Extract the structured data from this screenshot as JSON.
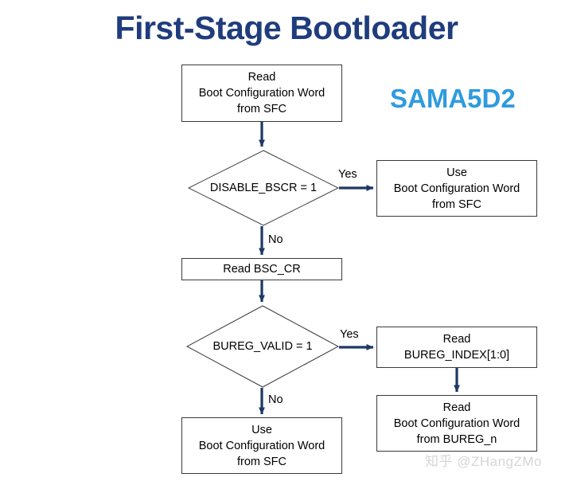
{
  "page": {
    "title": "First-Stage Bootloader",
    "chip_name": "SAMA5D2",
    "watermark": "知乎 @ZHangZMo",
    "background_color": "#ffffff",
    "title_color": "#1F3C7D",
    "chip_name_color": "#2F9BDE",
    "arrow_color": "#1F3864",
    "box_border_color": "#3a3a3a"
  },
  "chart_data": {
    "type": "diagram",
    "title": "First-Stage Bootloader",
    "subtitle": "SAMA5D2",
    "diagram_kind": "flowchart",
    "nodes": [
      {
        "id": "read-bcw-sfc",
        "shape": "process",
        "text": "Read\nBoot Configuration Word\nfrom SFC"
      },
      {
        "id": "disable-bscr-decision",
        "shape": "decision",
        "text": "DISABLE_BSCR = 1"
      },
      {
        "id": "use-bcw-sfc-top",
        "shape": "process",
        "text": "Use\nBoot Configuration Word\nfrom SFC"
      },
      {
        "id": "read-bsc-cr",
        "shape": "process",
        "text": "Read BSC_CR"
      },
      {
        "id": "bureg-valid-decision",
        "shape": "decision",
        "text": "BUREG_VALID = 1"
      },
      {
        "id": "read-bureg-index",
        "shape": "process",
        "text": "Read\nBUREG_INDEX[1:0]"
      },
      {
        "id": "read-bcw-bureg",
        "shape": "process",
        "text": "Read\nBoot Configuration Word\nfrom BUREG_n"
      },
      {
        "id": "use-bcw-sfc-bottom",
        "shape": "process",
        "text": "Use\nBoot Configuration Word\nfrom SFC"
      }
    ],
    "edges": [
      {
        "from": "read-bcw-sfc",
        "to": "disable-bscr-decision",
        "label": ""
      },
      {
        "from": "disable-bscr-decision",
        "to": "use-bcw-sfc-top",
        "label": "Yes"
      },
      {
        "from": "disable-bscr-decision",
        "to": "read-bsc-cr",
        "label": "No"
      },
      {
        "from": "read-bsc-cr",
        "to": "bureg-valid-decision",
        "label": ""
      },
      {
        "from": "bureg-valid-decision",
        "to": "read-bureg-index",
        "label": "Yes"
      },
      {
        "from": "bureg-valid-decision",
        "to": "use-bcw-sfc-bottom",
        "label": "No"
      },
      {
        "from": "read-bureg-index",
        "to": "read-bcw-bureg",
        "label": ""
      }
    ],
    "edge_labels": {
      "yes_top": "Yes",
      "no_top": "No",
      "yes_bottom": "Yes",
      "no_bottom": "No"
    }
  }
}
